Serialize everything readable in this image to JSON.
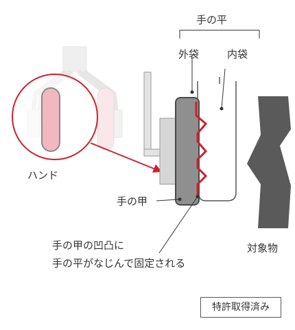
{
  "labels": {
    "palm": "手の平",
    "outer_bag": "外袋",
    "inner_bag": "内袋",
    "hand": "ハンド",
    "back_of_hand": "手の甲",
    "target_object": "対象物",
    "caption_line1": "手の甲の凹凸に",
    "caption_line2": "手の平がなじんで固定される",
    "patent_badge": "特許取得済み"
  },
  "colors": {
    "accent_red": "#d0202c",
    "dark_gray": "#5a5a5a",
    "mid_gray": "#8f8f8f",
    "light_gray": "#d6d6d6",
    "finger_pink": "#f2b8bf"
  }
}
